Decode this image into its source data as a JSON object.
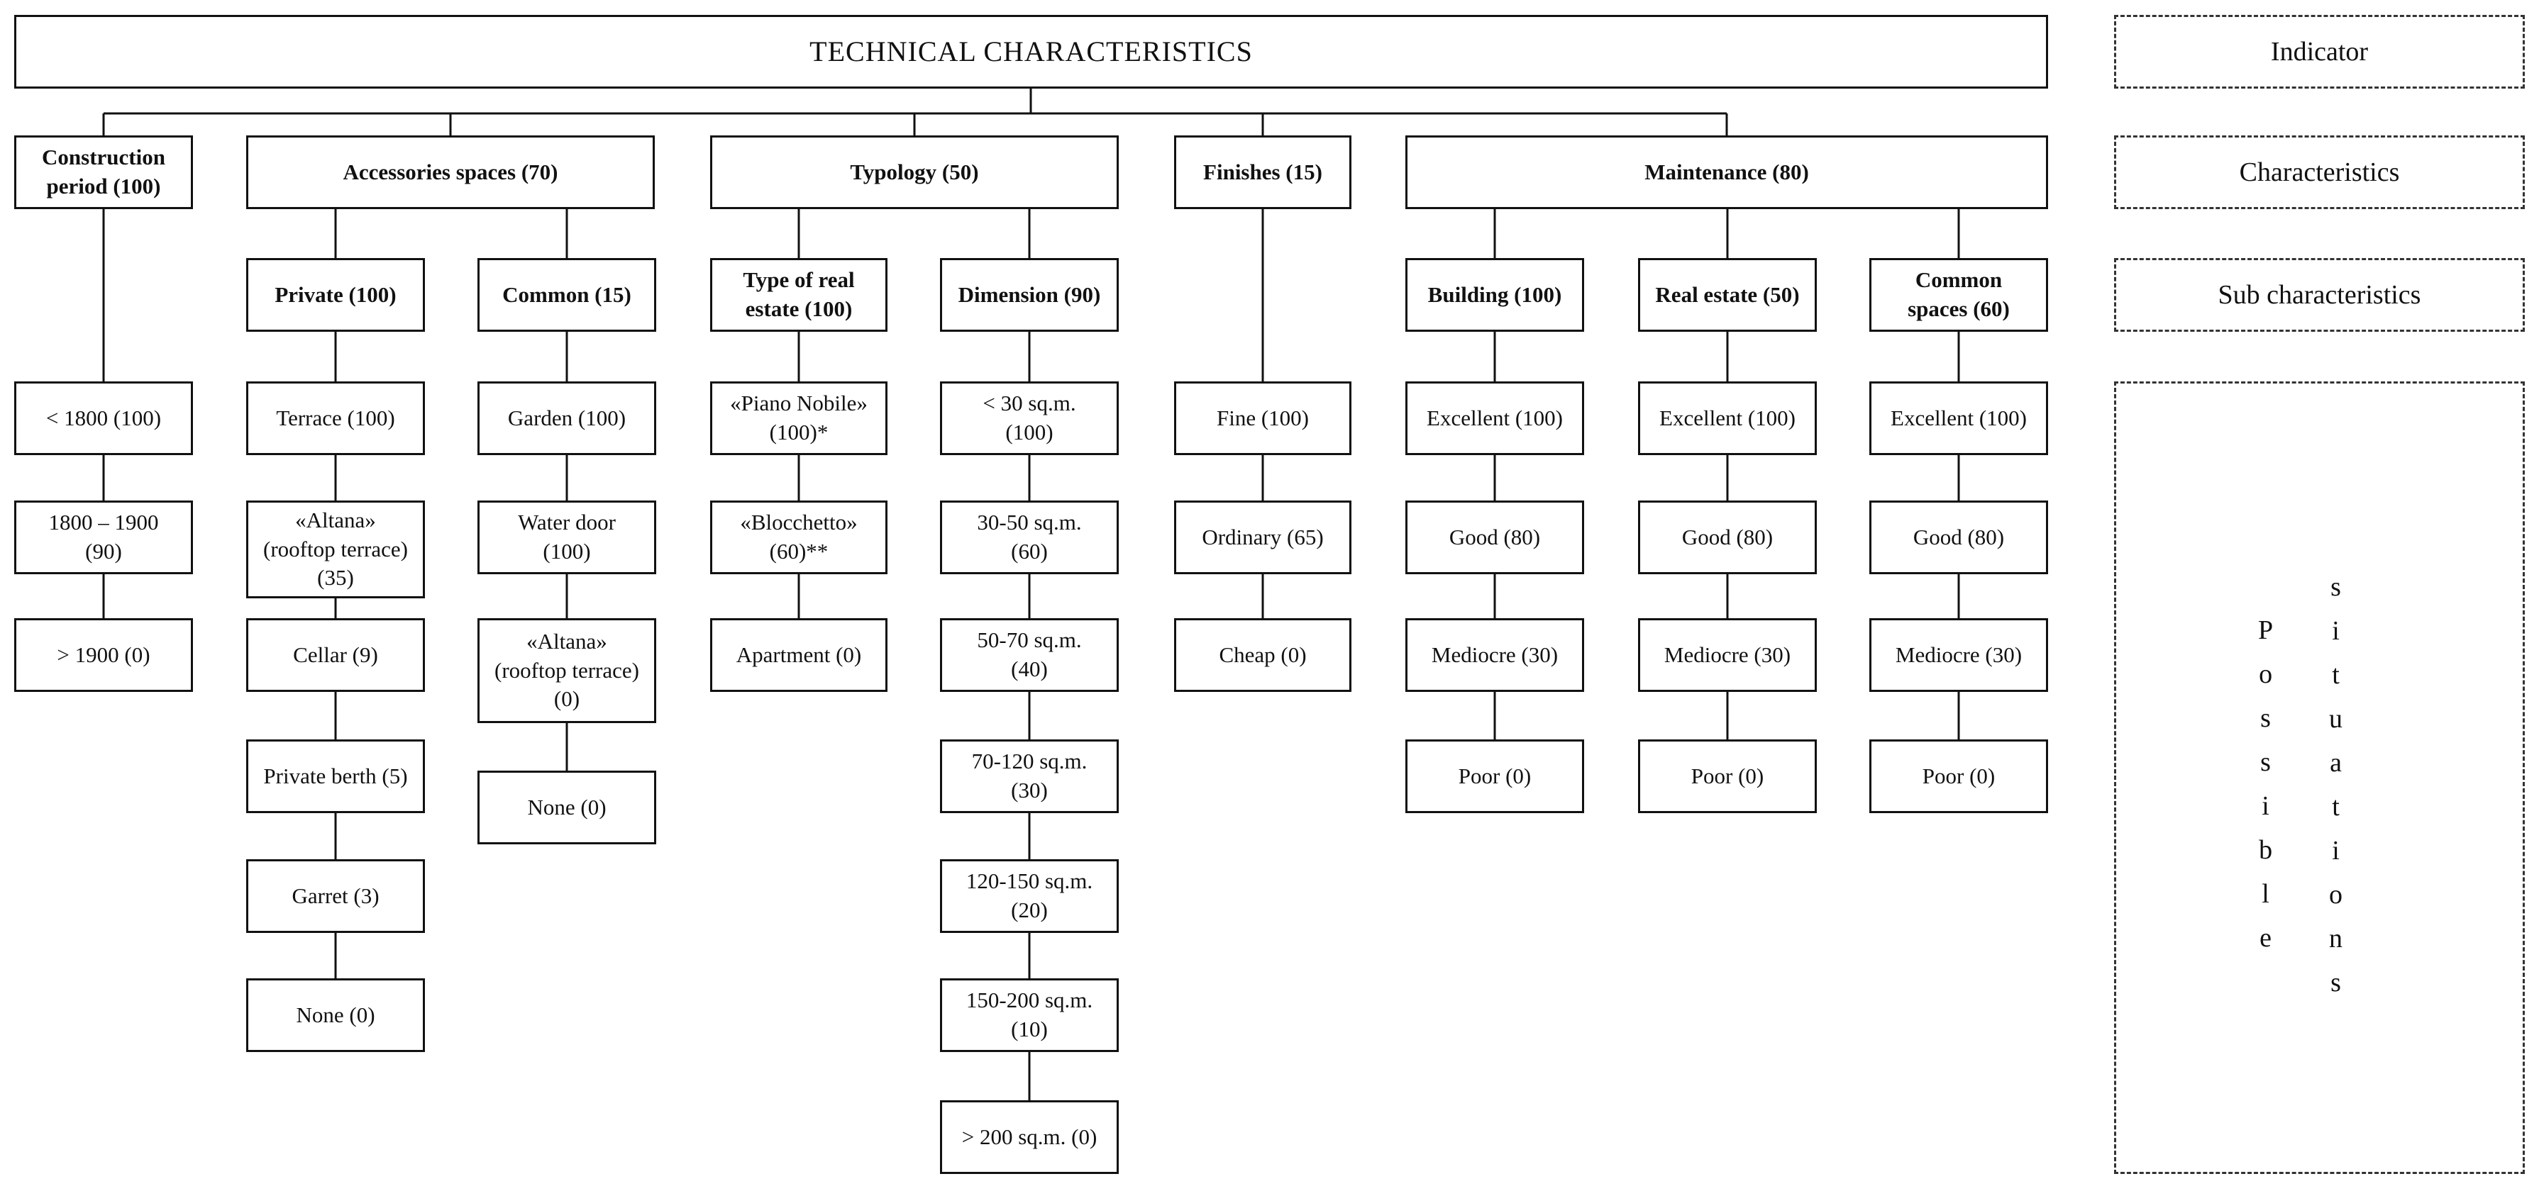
{
  "title": "TECHNICAL CHARACTERISTICS",
  "legend": {
    "indicator": "Indicator",
    "characteristics": "Characteristics",
    "sub_characteristics": "Sub characteristics",
    "possible_col1": "Possible",
    "possible_col2": "situations"
  },
  "characteristics": {
    "construction_period": "Construction\nperiod (100)",
    "accessories_spaces": "Accessories spaces (70)",
    "typology": "Typology (50)",
    "finishes": "Finishes (15)",
    "maintenance": "Maintenance (80)"
  },
  "sub_characteristics": {
    "private": "Private (100)",
    "common": "Common (15)",
    "type_of_real_estate": "Type of real\nestate (100)",
    "dimension": "Dimension (90)",
    "building": "Building (100)",
    "real_estate": "Real estate (50)",
    "common_spaces": "Common\nspaces (60)"
  },
  "situations": {
    "construction_period": [
      "< 1800 (100)",
      "1800 – 1900\n(90)",
      "> 1900 (0)"
    ],
    "private": [
      "Terrace (100)",
      "«Altana»\n(rooftop terrace)\n(35)",
      "Cellar (9)",
      "Private berth (5)",
      "Garret (3)",
      "None (0)"
    ],
    "common": [
      "Garden (100)",
      "Water door\n(100)",
      "«Altana»\n(rooftop terrace)\n(0)",
      "None (0)"
    ],
    "type_of_real_estate": [
      "«Piano Nobile»\n(100)*",
      "«Blocchetto»\n(60)**",
      "Apartment (0)"
    ],
    "dimension": [
      "< 30 sq.m.\n(100)",
      "30-50 sq.m.\n(60)",
      "50-70 sq.m.\n(40)",
      "70-120 sq.m.\n(30)",
      "120-150 sq.m.\n(20)",
      "150-200 sq.m.\n(10)",
      "> 200 sq.m. (0)"
    ],
    "finishes": [
      "Fine (100)",
      "Ordinary (65)",
      "Cheap (0)"
    ],
    "building": [
      "Excellent (100)",
      "Good (80)",
      "Mediocre (30)",
      "Poor (0)"
    ],
    "real_estate": [
      "Excellent (100)",
      "Good (80)",
      "Mediocre (30)",
      "Poor (0)"
    ],
    "common_spaces": [
      "Excellent (100)",
      "Good (80)",
      "Mediocre (30)",
      "Poor (0)"
    ]
  }
}
